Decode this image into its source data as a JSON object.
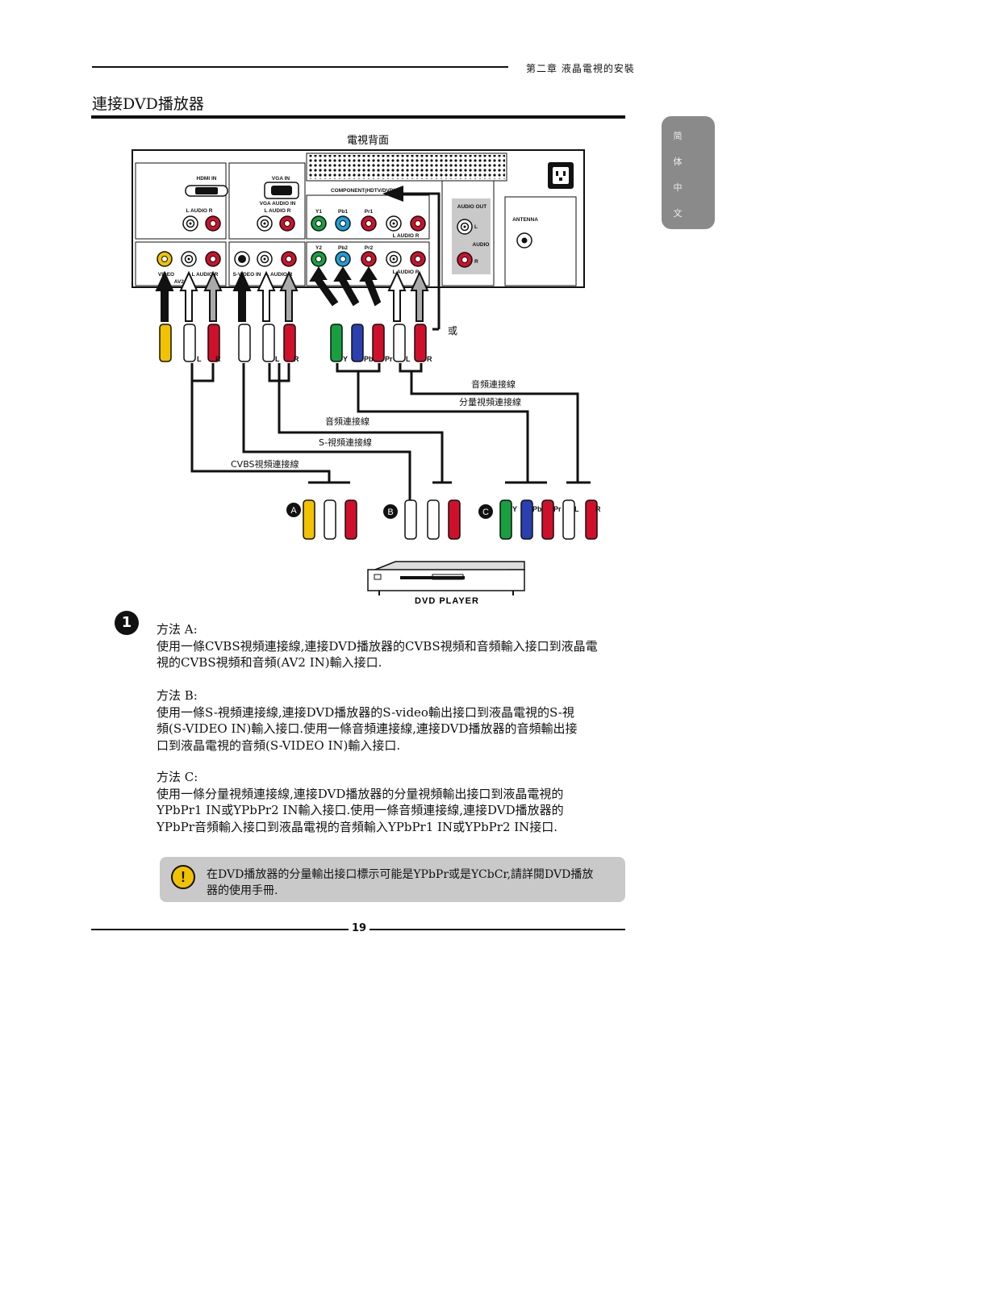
{
  "header": {
    "chapter": "第二章 液晶電視的安裝"
  },
  "title": "連接DVD播放器",
  "side_tab": {
    "chars": [
      "简",
      "体",
      "中",
      "文"
    ]
  },
  "diagram": {
    "heading": "電視背面",
    "panel_labels": {
      "hdmi_in": "HDMI IN",
      "vga_in": "VGA IN",
      "vga_audio_in": "VGA AUDIO IN",
      "audio_lr": "L   AUDIO   R",
      "component": "COMPONENT(HDTV/DVD) IN",
      "y1": "Y1",
      "pb1": "Pb1",
      "pr1": "Pr1",
      "y2": "Y2",
      "pb2": "Pb2",
      "pr2": "Pr2",
      "audio_out": "AUDIO OUT",
      "audio": "AUDIO",
      "antenna": "ANTENNA",
      "video": "VIDEO",
      "av2": "AV2 IN",
      "svideo": "S-VIDEO IN",
      "l": "L",
      "r": "R"
    },
    "or_label": "或",
    "cable_labels": {
      "audio1": "音頻連接線",
      "component": "分量視頻連接線",
      "audio2": "音頻連接線",
      "svideo": "S-視頻連接線",
      "cvbs": "CVBS視頻連接線"
    },
    "plug_labels": {
      "y": "Y",
      "pb": "Pb",
      "pr": "Pr",
      "l": "L",
      "r": "R"
    },
    "markers": {
      "a": "A",
      "b": "B",
      "c": "C"
    },
    "dvd_label": "DVD PLAYER",
    "colors": {
      "yellow": "#f2c200",
      "white": "#ffffff",
      "red": "#d0102a",
      "green": "#18a040",
      "blue": "#2a3fb0",
      "gray": "#9a9a9a"
    }
  },
  "step_marker": "1",
  "methods": [
    {
      "heading": "方法 A:",
      "lines": [
        "使用一條CVBS視頻連接線,連接DVD播放器的CVBS視頻和音頻輸入接口到液晶電",
        "視的CVBS視頻和音頻(AV2 IN)輸入接口."
      ]
    },
    {
      "heading": "方法 B:",
      "lines": [
        "使用一條S-視頻連接線,連接DVD播放器的S-video輸出接口到液晶電視的S-視",
        "頻(S-VIDEO IN)輸入接口.使用一條音頻連接線,連接DVD播放器的音頻輸出接",
        "口到液晶電視的音頻(S-VIDEO IN)輸入接口."
      ]
    },
    {
      "heading": "方法 C:",
      "lines": [
        "使用一條分量視頻連接線,連接DVD播放器的分量視頻輸出接口到液晶電視的",
        "YPbPr1 IN或YPbPr2 IN輸入接口.使用一條音頻連接線,連接DVD播放器的",
        "YPbPr音頻輸入接口到液晶電視的音頻輸入YPbPr1 IN或YPbPr2 IN接口."
      ]
    }
  ],
  "note": {
    "lines": [
      "在DVD播放器的分量輸出接口標示可能是YPbPr或是YCbCr,請詳閱DVD播放",
      "器的使用手冊."
    ]
  },
  "page_number": "19"
}
